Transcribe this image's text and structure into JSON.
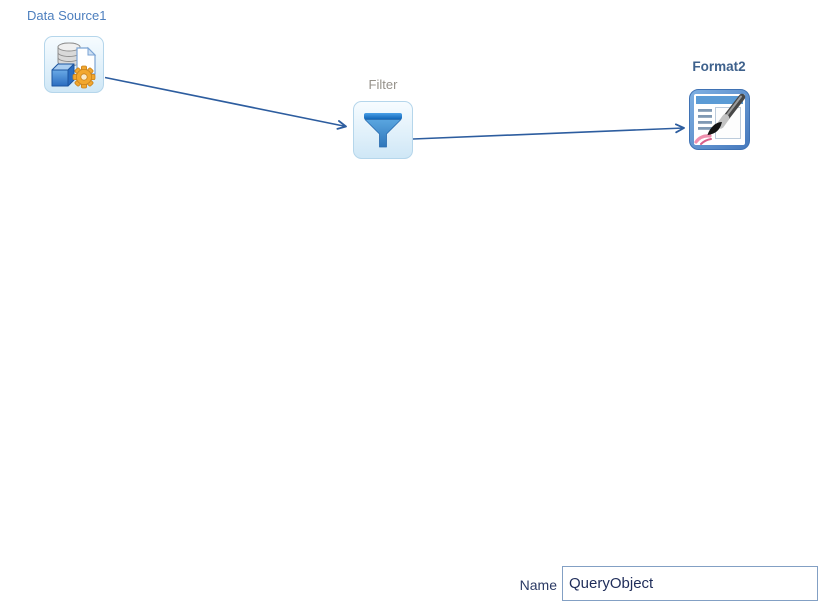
{
  "canvas": {
    "nodes": [
      {
        "id": "data-source1",
        "label": "Data Source1",
        "icon": "data-source-icon"
      },
      {
        "id": "filter",
        "label": "Filter",
        "icon": "filter-funnel-icon"
      },
      {
        "id": "format2",
        "label": "Format2",
        "icon": "format-paintbrush-icon"
      }
    ],
    "connections": [
      {
        "from": "data-source1",
        "to": "filter"
      },
      {
        "from": "filter",
        "to": "format2"
      }
    ]
  },
  "properties_panel": {
    "name_label": "Name",
    "name_value": "QueryObject"
  },
  "colors": {
    "arrow": "#2d5d9f",
    "node_label_blue": "#4d7fbe",
    "node_label_gray": "#96928b",
    "node_label_bold_blue": "#3e618c",
    "name_label_color": "#2b3a64",
    "input_text_color": "#1f2d5a",
    "input_border": "#83a0c4",
    "node_bg_light_top": "#f7fcff",
    "node_bg_light_bottom": "#cfe7f6",
    "node_border_light": "#b5d6eb",
    "format_node_border": "#3f72b4",
    "gear_orange": "#f2a72e",
    "funnel_blue": "#2f76ba"
  }
}
